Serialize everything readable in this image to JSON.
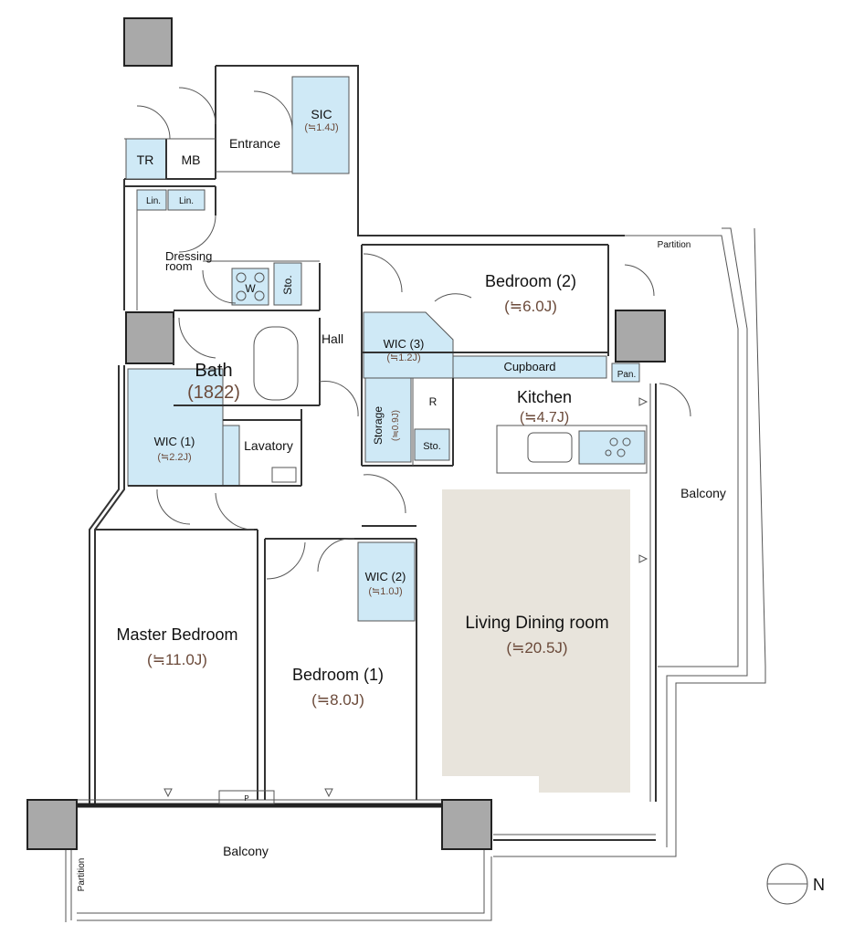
{
  "colors": {
    "storage": "#cfe9f6",
    "ldk_floor": "#e8e4dc",
    "pillar": "#a9a9a9",
    "wall": "#333333",
    "area_text": "#6b4a3a"
  },
  "rooms": {
    "sic": {
      "name": "SIC",
      "area": "(≒1.4J)"
    },
    "entrance": {
      "name": "Entrance"
    },
    "tr": {
      "name": "TR"
    },
    "mb": {
      "name": "MB"
    },
    "lin1": {
      "name": "Lin."
    },
    "lin2": {
      "name": "Lin."
    },
    "dressing": {
      "name1": "Dressing",
      "name2": "room"
    },
    "washer": {
      "name": "W"
    },
    "sto_dress": {
      "name": "Sto."
    },
    "hall": {
      "name": "Hall"
    },
    "bath": {
      "name": "Bath",
      "area": "(1822)"
    },
    "wic1": {
      "name": "WIC (1)",
      "area": "(≒2.2J)"
    },
    "lavatory": {
      "name": "Lavatory"
    },
    "bedroom2": {
      "name": "Bedroom (2)",
      "area": "(≒6.0J)"
    },
    "wic3": {
      "name": "WIC (3)",
      "area": "(≒1.2J)"
    },
    "cupboard": {
      "name": "Cupboard"
    },
    "pantry": {
      "name": "Pan."
    },
    "kitchen": {
      "name": "Kitchen",
      "area": "(≒4.7J)"
    },
    "storage": {
      "name": "Storage",
      "area": "(≒0.9J)"
    },
    "refrigerator": {
      "name": "R"
    },
    "sto_hall": {
      "name": "Sto."
    },
    "wic2": {
      "name": "WIC (2)",
      "area": "(≒1.0J)"
    },
    "master": {
      "name": "Master Bedroom",
      "area": "(≒11.0J)"
    },
    "bedroom1": {
      "name": "Bedroom (1)",
      "area": "(≒8.0J)"
    },
    "ldk": {
      "name": "Living Dining room",
      "area": "(≒20.5J)"
    },
    "balcony_east": {
      "name": "Balcony"
    },
    "balcony_south": {
      "name": "Balcony"
    },
    "partition_top": {
      "name": "Partition"
    },
    "partition_left": {
      "name": "Partition"
    },
    "pipe_space": {
      "name": "P"
    }
  },
  "compass": {
    "north": "N"
  }
}
